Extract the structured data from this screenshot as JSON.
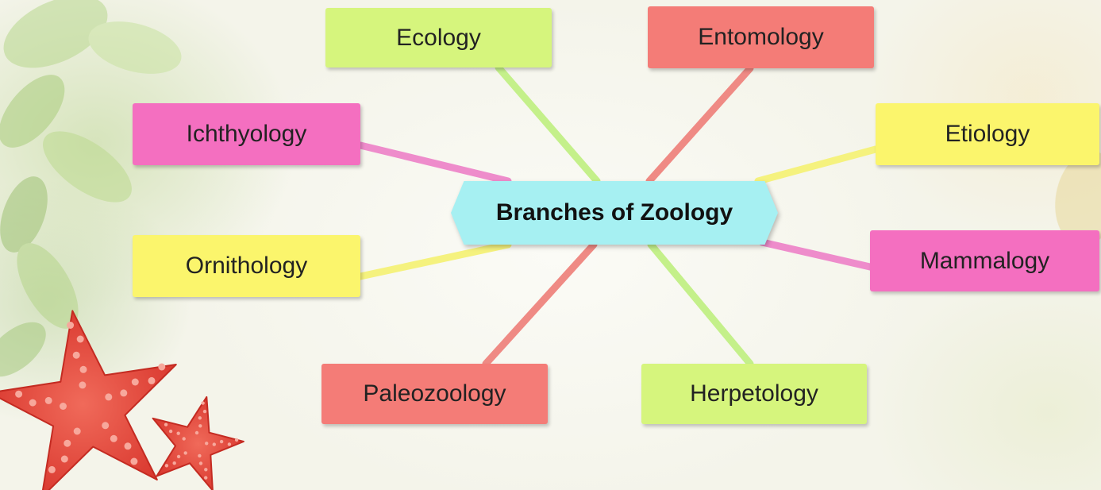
{
  "diagram": {
    "center": {
      "label": "Branches of Zoology",
      "color": "#a6f0f2"
    },
    "branches": [
      {
        "label": "Ecology",
        "color": "#d6f57d",
        "line_color": "#c4f08a"
      },
      {
        "label": "Entomology",
        "color": "#f47c77",
        "line_color": "#ef8a84"
      },
      {
        "label": "Ichthyology",
        "color": "#f46fc0",
        "line_color": "#ee8ccb"
      },
      {
        "label": "Etiology",
        "color": "#fbf56c",
        "line_color": "#f5f27e"
      },
      {
        "label": "Ornithology",
        "color": "#fbf56c",
        "line_color": "#f5f27e"
      },
      {
        "label": "Mammalogy",
        "color": "#f46fc0",
        "line_color": "#ee8ccb"
      },
      {
        "label": "Paleozoology",
        "color": "#f47c77",
        "line_color": "#ef8a84"
      },
      {
        "label": "Herpetology",
        "color": "#d6f57d",
        "line_color": "#c4f08a"
      }
    ]
  }
}
